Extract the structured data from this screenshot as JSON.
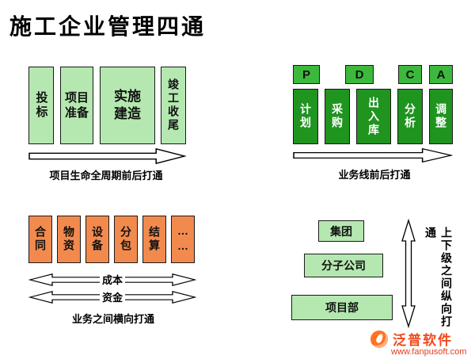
{
  "title": "施工企业管理四通",
  "top_left": {
    "boxes": [
      "投标",
      "项目准备",
      "实施建造",
      "竣工收尾"
    ],
    "caption": "项目生命全周期前后打通"
  },
  "top_right": {
    "pdca": [
      "P",
      "D",
      "C",
      "A"
    ],
    "boxes": [
      "计划",
      "采购",
      "出入库",
      "分析",
      "调整"
    ],
    "caption": "业务线前后打通"
  },
  "bottom_left": {
    "boxes": [
      "合同",
      "物资",
      "设备",
      "分包",
      "结算",
      "……"
    ],
    "cost_label": "成本",
    "fund_label": "资金",
    "caption": "业务之间横向打通"
  },
  "bottom_right": {
    "boxes": [
      "集团",
      "分子公司",
      "项目部"
    ],
    "caption": "上下级之间纵向打通"
  },
  "watermark": {
    "brand": "泛普软件",
    "url": "www.fanpusoft.com"
  },
  "colors": {
    "pale_green": "#b5e8b0",
    "bright_green": "#3cb93c",
    "dark_green": "#1f941f",
    "orange": "#f28a4d"
  }
}
